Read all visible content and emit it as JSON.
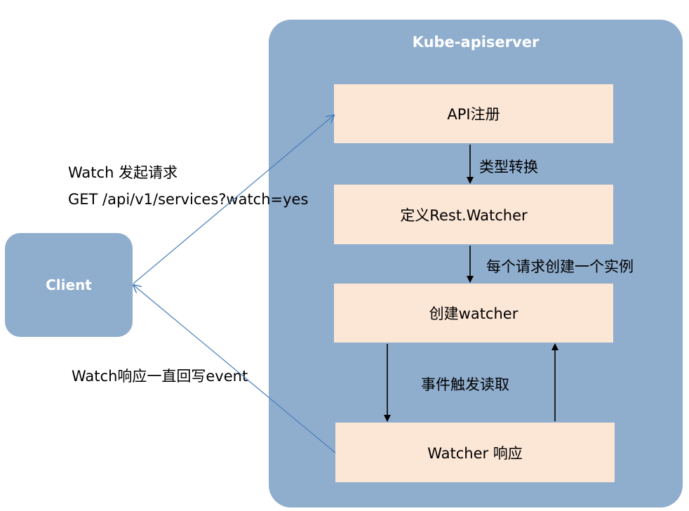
{
  "colors": {
    "container_fill": "#8fadcd",
    "box_fill": "#fce6d6",
    "arrow_blue": "#4a7ebb",
    "arrow_black": "#000000"
  },
  "container": {
    "title": "Kube-apiserver"
  },
  "client": {
    "label": "Client"
  },
  "boxes": {
    "api_register": "API注册",
    "define_rest_watcher": "定义Rest.Watcher",
    "create_watcher": "创建watcher",
    "watcher_response": "Watcher 响应"
  },
  "labels": {
    "type_convert": "类型转换",
    "per_request_instance": "每个请求创建一个实例",
    "event_trigger_read": "事件触发读取",
    "watch_request": "Watch 发起请求",
    "watch_request_url": "GET /api/v1/services?watch=yes",
    "watch_response": "Watch响应一直回写event"
  }
}
